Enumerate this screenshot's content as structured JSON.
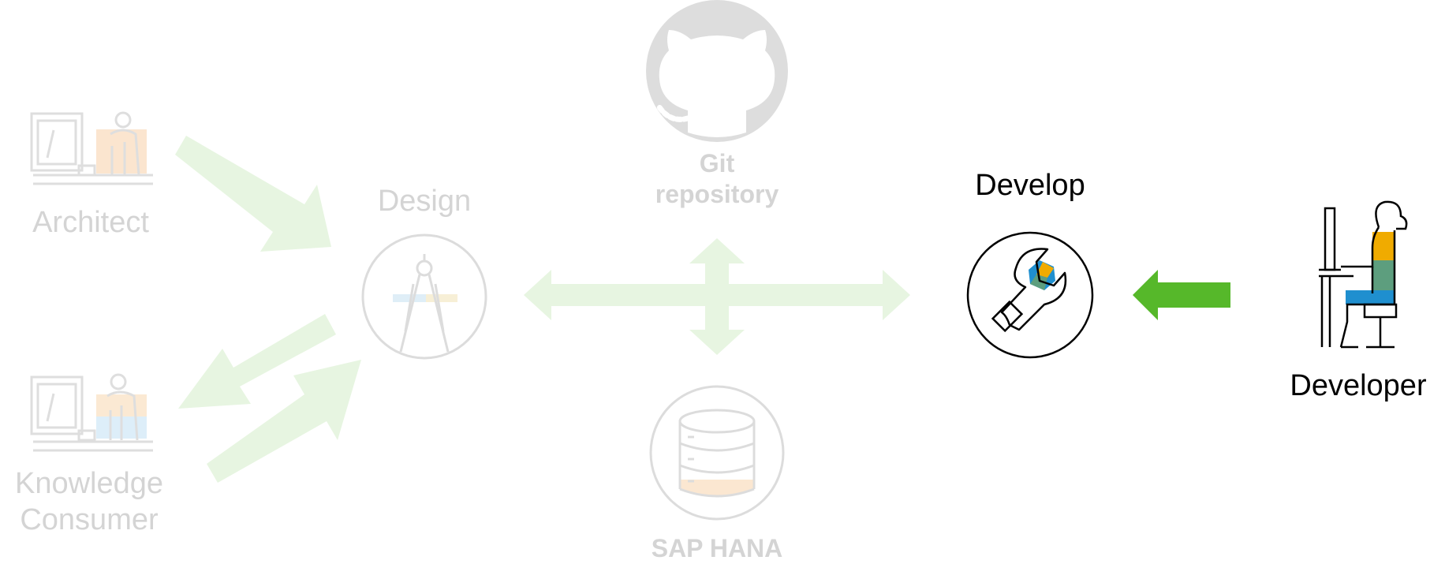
{
  "nodes": {
    "architect": {
      "label": "Architect"
    },
    "knowledge_consumer": {
      "label": "Knowledge\nConsumer"
    },
    "design": {
      "label": "Design"
    },
    "git": {
      "label": "Git\nrepository"
    },
    "hana": {
      "label": "SAP HANA"
    },
    "develop": {
      "label": "Develop"
    },
    "developer": {
      "label": "Developer"
    }
  },
  "colors": {
    "faded_text": "#d4d4d4",
    "faded_stroke": "#dcdcdc",
    "faded_arrow": "#e6f4e0",
    "active_arrow": "#56b82a",
    "active_text": "#000000",
    "accent_orange": "#f0ab00",
    "accent_green": "#5d9e7e",
    "accent_blue": "#1f8fcf"
  },
  "icons": [
    "architect-icon",
    "knowledge-consumer-icon",
    "compass-icon",
    "github-icon",
    "database-icon",
    "wrench-icon",
    "developer-icon"
  ]
}
